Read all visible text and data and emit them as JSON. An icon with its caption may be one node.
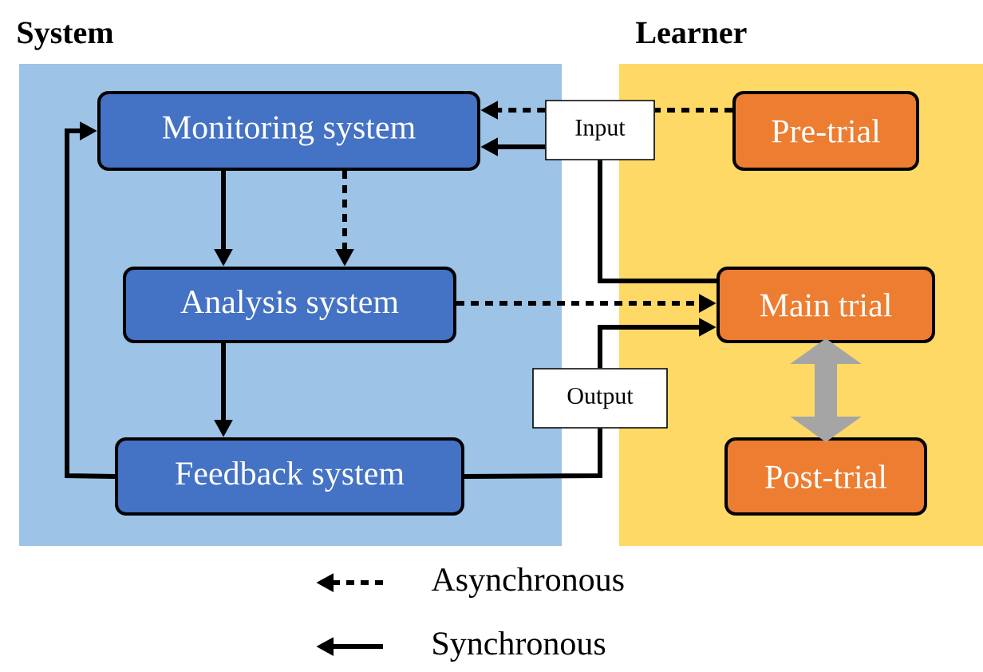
{
  "diagram": {
    "nodes": [
      {
        "text": [
          "System"
        ]
      },
      {
        "text": [
          "Monitoring system"
        ],
        "in": 0
      },
      {
        "text": [
          "Analysis system"
        ],
        "in": 0
      },
      {
        "text": [
          "Feedback system"
        ],
        "in": 0
      },
      {
        "text": [
          "Learner"
        ]
      },
      {
        "text": [
          "Pre-trial"
        ],
        "in": 4
      },
      {
        "text": [
          "Main trial"
        ],
        "in": 4
      },
      {
        "text": [
          "Post-trial"
        ],
        "in": 4
      },
      {
        "text": [
          "Input"
        ]
      },
      {
        "text": [
          "Output"
        ]
      }
    ],
    "edges": [
      {
        "from": 5,
        "to": 8,
        "arrow": "none",
        "style": "dashed"
      },
      {
        "from": 8,
        "to": 1,
        "arrow": "to",
        "style": "dashed"
      },
      {
        "from": 8,
        "to": 1,
        "arrow": "to"
      },
      {
        "from": 6,
        "to": 8,
        "arrow": "none"
      },
      {
        "from": 1,
        "to": 2,
        "arrow": "to"
      },
      {
        "from": 1,
        "to": 2,
        "arrow": "to",
        "style": "dashed"
      },
      {
        "from": 2,
        "to": 3,
        "arrow": "to"
      },
      {
        "from": 3,
        "to": 1,
        "arrow": "to"
      },
      {
        "from": 2,
        "to": 6,
        "arrow": "to",
        "style": "dashed"
      },
      {
        "from": 3,
        "to": 9,
        "arrow": "none"
      },
      {
        "from": 9,
        "to": 6,
        "arrow": "to"
      },
      {
        "from": 6,
        "to": 7,
        "arrow": "both",
        "style": "thick",
        "color": "#a5a5a5"
      }
    ],
    "legend": [
      {
        "text": "Asynchronous"
      },
      {
        "text": "Synchronous"
      }
    ]
  }
}
